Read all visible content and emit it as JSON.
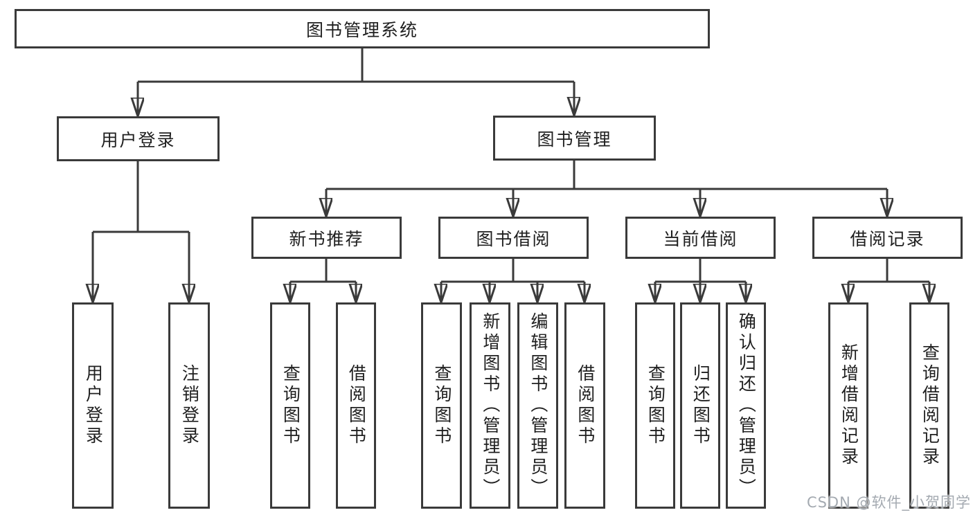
{
  "nodes": {
    "root": "图书管理系统",
    "user_login": "用户登录",
    "book_mgmt": "图书管理",
    "new_book": "新书推荐",
    "book_borrow": "图书借阅",
    "current_borrow": "当前借阅",
    "borrow_record": "借阅记录",
    "user_login_children": [
      "用户登录",
      "注销登录"
    ],
    "new_book_children": [
      "查询图书",
      "借阅图书"
    ],
    "book_borrow_children": [
      "查询图书",
      "新增图书（管理员）",
      "编辑图书（管理员）",
      "借阅图书"
    ],
    "current_borrow_children": [
      "查询图书",
      "归还图书",
      "确认归还（管理员）"
    ],
    "borrow_record_children": [
      "新增借阅记录",
      "查询借阅记录"
    ]
  },
  "watermark": "CSDN @软件_小贺同学",
  "colors": {
    "line": "#3a3a3a",
    "box_border": "#3a3a3a",
    "text": "#1f1f1f",
    "background": "#ffffff",
    "watermark": "#a4aab1"
  }
}
